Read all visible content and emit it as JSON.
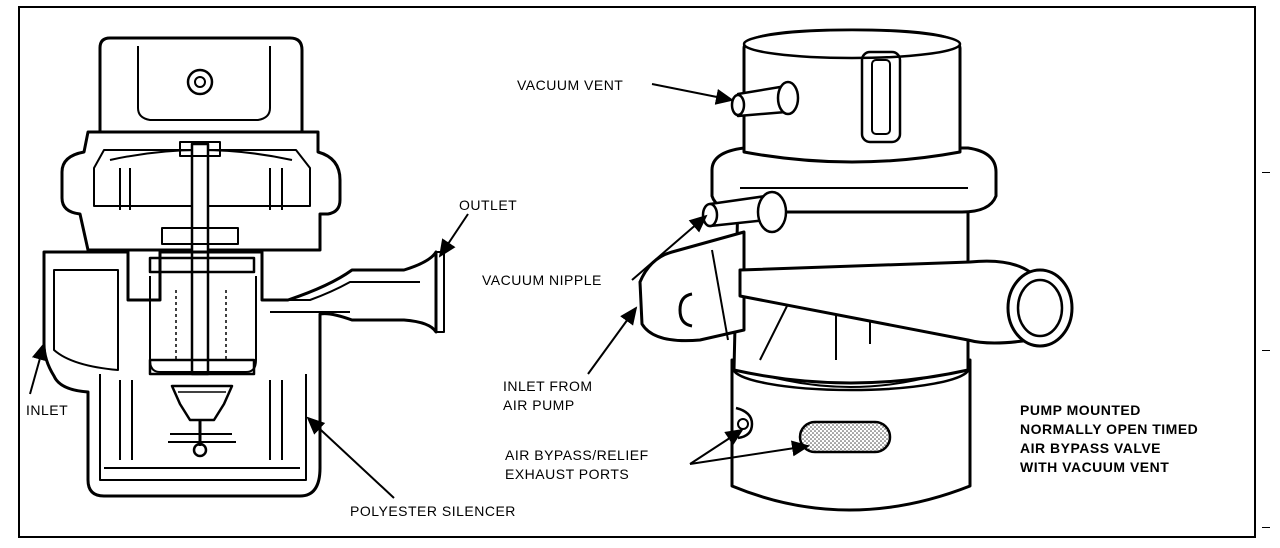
{
  "labels": {
    "vacuum_vent": "VACUUM VENT",
    "outlet": "OUTLET",
    "vacuum_nipple": "VACUUM NIPPLE",
    "inlet_from_air_pump_1": "INLET FROM",
    "inlet_from_air_pump_2": "AIR PUMP",
    "inlet": "INLET",
    "air_bypass_1": "AIR BYPASS/RELIEF",
    "air_bypass_2": "EXHAUST PORTS",
    "polyester_silencer": "POLYESTER SILENCER",
    "caption_1": "PUMP MOUNTED",
    "caption_2": "NORMALLY OPEN TIMED",
    "caption_3": "AIR BYPASS VALVE",
    "caption_4": "WITH VACUUM VENT"
  },
  "colors": {
    "line": "#000000",
    "background": "#ffffff",
    "silencer_dots": "#444444"
  }
}
